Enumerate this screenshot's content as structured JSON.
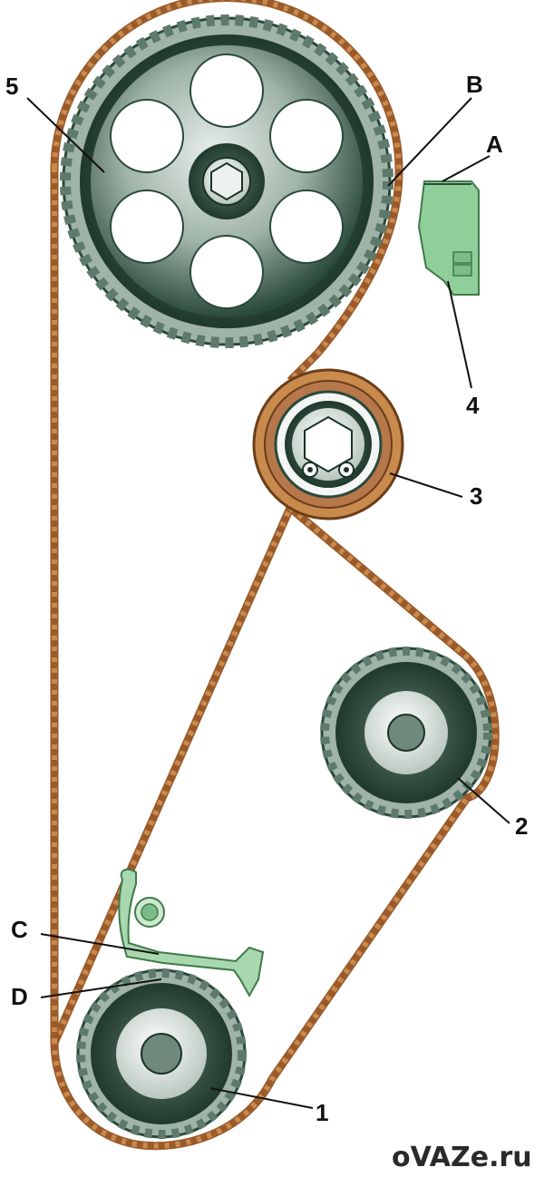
{
  "diagram": {
    "callouts": {
      "label_1": "1",
      "label_2": "2",
      "label_3": "3",
      "label_4": "4",
      "label_5": "5",
      "label_A": "A",
      "label_B": "B",
      "label_C": "C",
      "label_D": "D"
    },
    "watermark": "oVAZe.ru",
    "colors": {
      "belt": "#9a5a2a",
      "belt_teeth": "#c98a4d",
      "pulley_dark": "#1e3b2e",
      "pulley_mid": "#6f8a7c",
      "pulley_light": "#d7e1dc",
      "cover_green": "#8fcf9a",
      "bracket_green": "#a9d8ae"
    },
    "icons": {
      "camshaft": "camshaft-pulley-icon",
      "tensioner": "tensioner-roller-icon",
      "pump": "water-pump-pulley-icon",
      "crank": "crankshaft-pulley-icon",
      "rear_cover": "rear-cover-mark-icon",
      "oil_pump_cover": "oil-pump-cover-mark-icon"
    }
  }
}
